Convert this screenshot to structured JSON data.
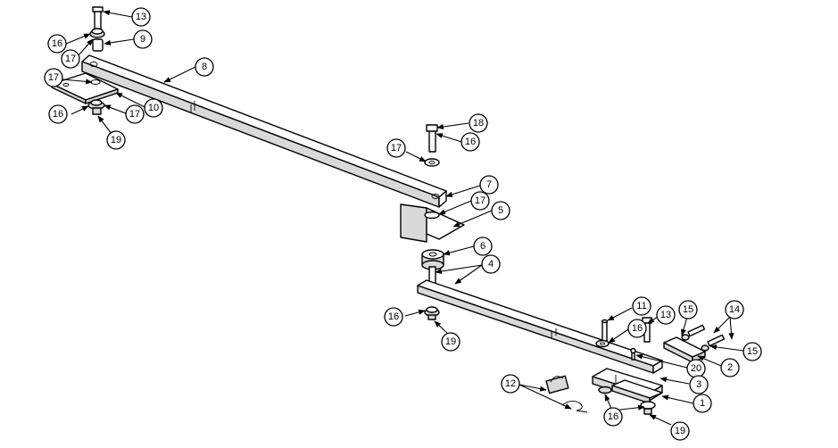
{
  "callouts": [
    {
      "label": "13"
    },
    {
      "label": "16"
    },
    {
      "label": "9"
    },
    {
      "label": "17"
    },
    {
      "label": "8"
    },
    {
      "label": "17"
    },
    {
      "label": "16"
    },
    {
      "label": "17"
    },
    {
      "label": "10"
    },
    {
      "label": "19"
    },
    {
      "label": "18"
    },
    {
      "label": "16"
    },
    {
      "label": "17"
    },
    {
      "label": "7"
    },
    {
      "label": "17"
    },
    {
      "label": "5"
    },
    {
      "label": "6"
    },
    {
      "label": "4"
    },
    {
      "label": "16"
    },
    {
      "label": "19"
    },
    {
      "label": "11"
    },
    {
      "label": "13"
    },
    {
      "label": "16"
    },
    {
      "label": "15"
    },
    {
      "label": "14"
    },
    {
      "label": "15"
    },
    {
      "label": "2"
    },
    {
      "label": "20"
    },
    {
      "label": "3"
    },
    {
      "label": "12"
    },
    {
      "label": "1"
    },
    {
      "label": "16"
    },
    {
      "label": "19"
    }
  ]
}
